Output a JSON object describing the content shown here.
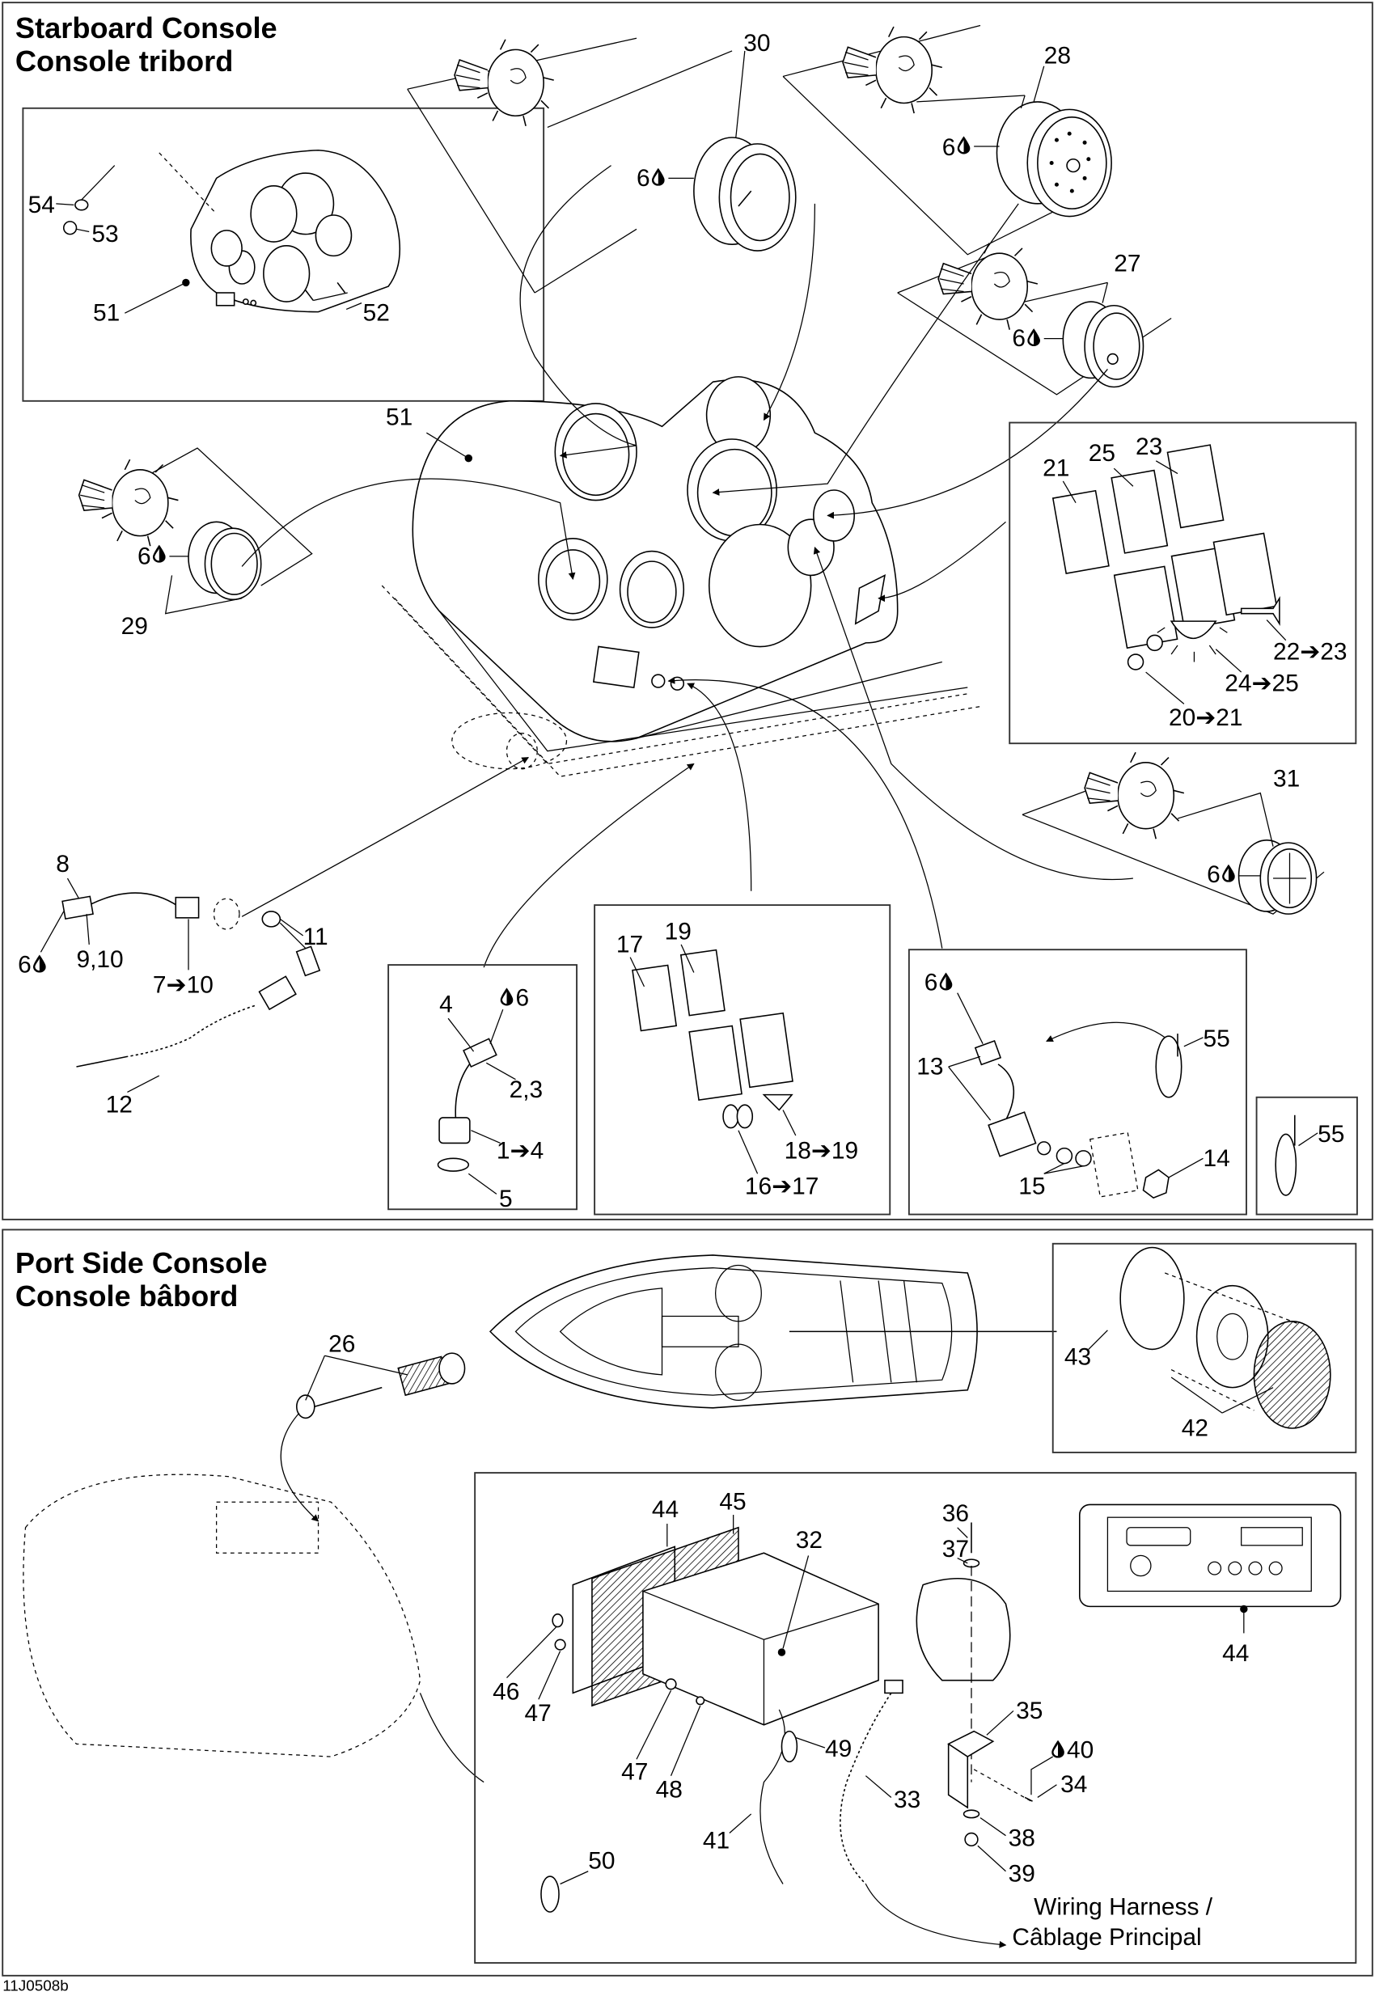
{
  "sections": {
    "starboard": {
      "title_en": "Starboard Console",
      "title_fr": "Console tribord"
    },
    "port": {
      "title_en": "Port Side Console",
      "title_fr": "Console bâbord"
    }
  },
  "starboard_callouts": {
    "inset_console": [
      "54",
      "53",
      "51",
      "52"
    ],
    "gauge_30": "30",
    "gauge_28": "28",
    "gauge_27": "27",
    "gauge_29": "29",
    "gauge_31": "31",
    "main_console": "51",
    "lube_6": "6",
    "switch_group": [
      "21",
      "25",
      "23",
      "22➔23",
      "24➔25",
      "20➔21"
    ],
    "lanyard": [
      "8",
      "9,10",
      "7➔10",
      "11",
      "12"
    ],
    "sensor_box": [
      "4",
      "6",
      "2,3",
      "1➔4",
      "5"
    ],
    "fan_switch_box": [
      "17",
      "19",
      "18➔19",
      "16➔17"
    ],
    "solenoid_box": [
      "13",
      "55",
      "15",
      "14"
    ],
    "tie_box": [
      "55"
    ]
  },
  "port_callouts": {
    "outlet": "26",
    "speaker": [
      "43",
      "42"
    ],
    "radio": [
      "44",
      "45",
      "32",
      "46",
      "47",
      "47",
      "48",
      "49",
      "33",
      "41",
      "50"
    ],
    "mount": [
      "36",
      "37",
      "35",
      "40",
      "34",
      "38",
      "39"
    ],
    "faceplate": "44"
  },
  "symbols": {
    "lubricant": "lube-drop-icon",
    "arrow": "➔"
  },
  "wiring_note": {
    "line1": "Wiring Harness /",
    "line2": "Câblage Principal"
  },
  "figure_code": "11J0508b"
}
